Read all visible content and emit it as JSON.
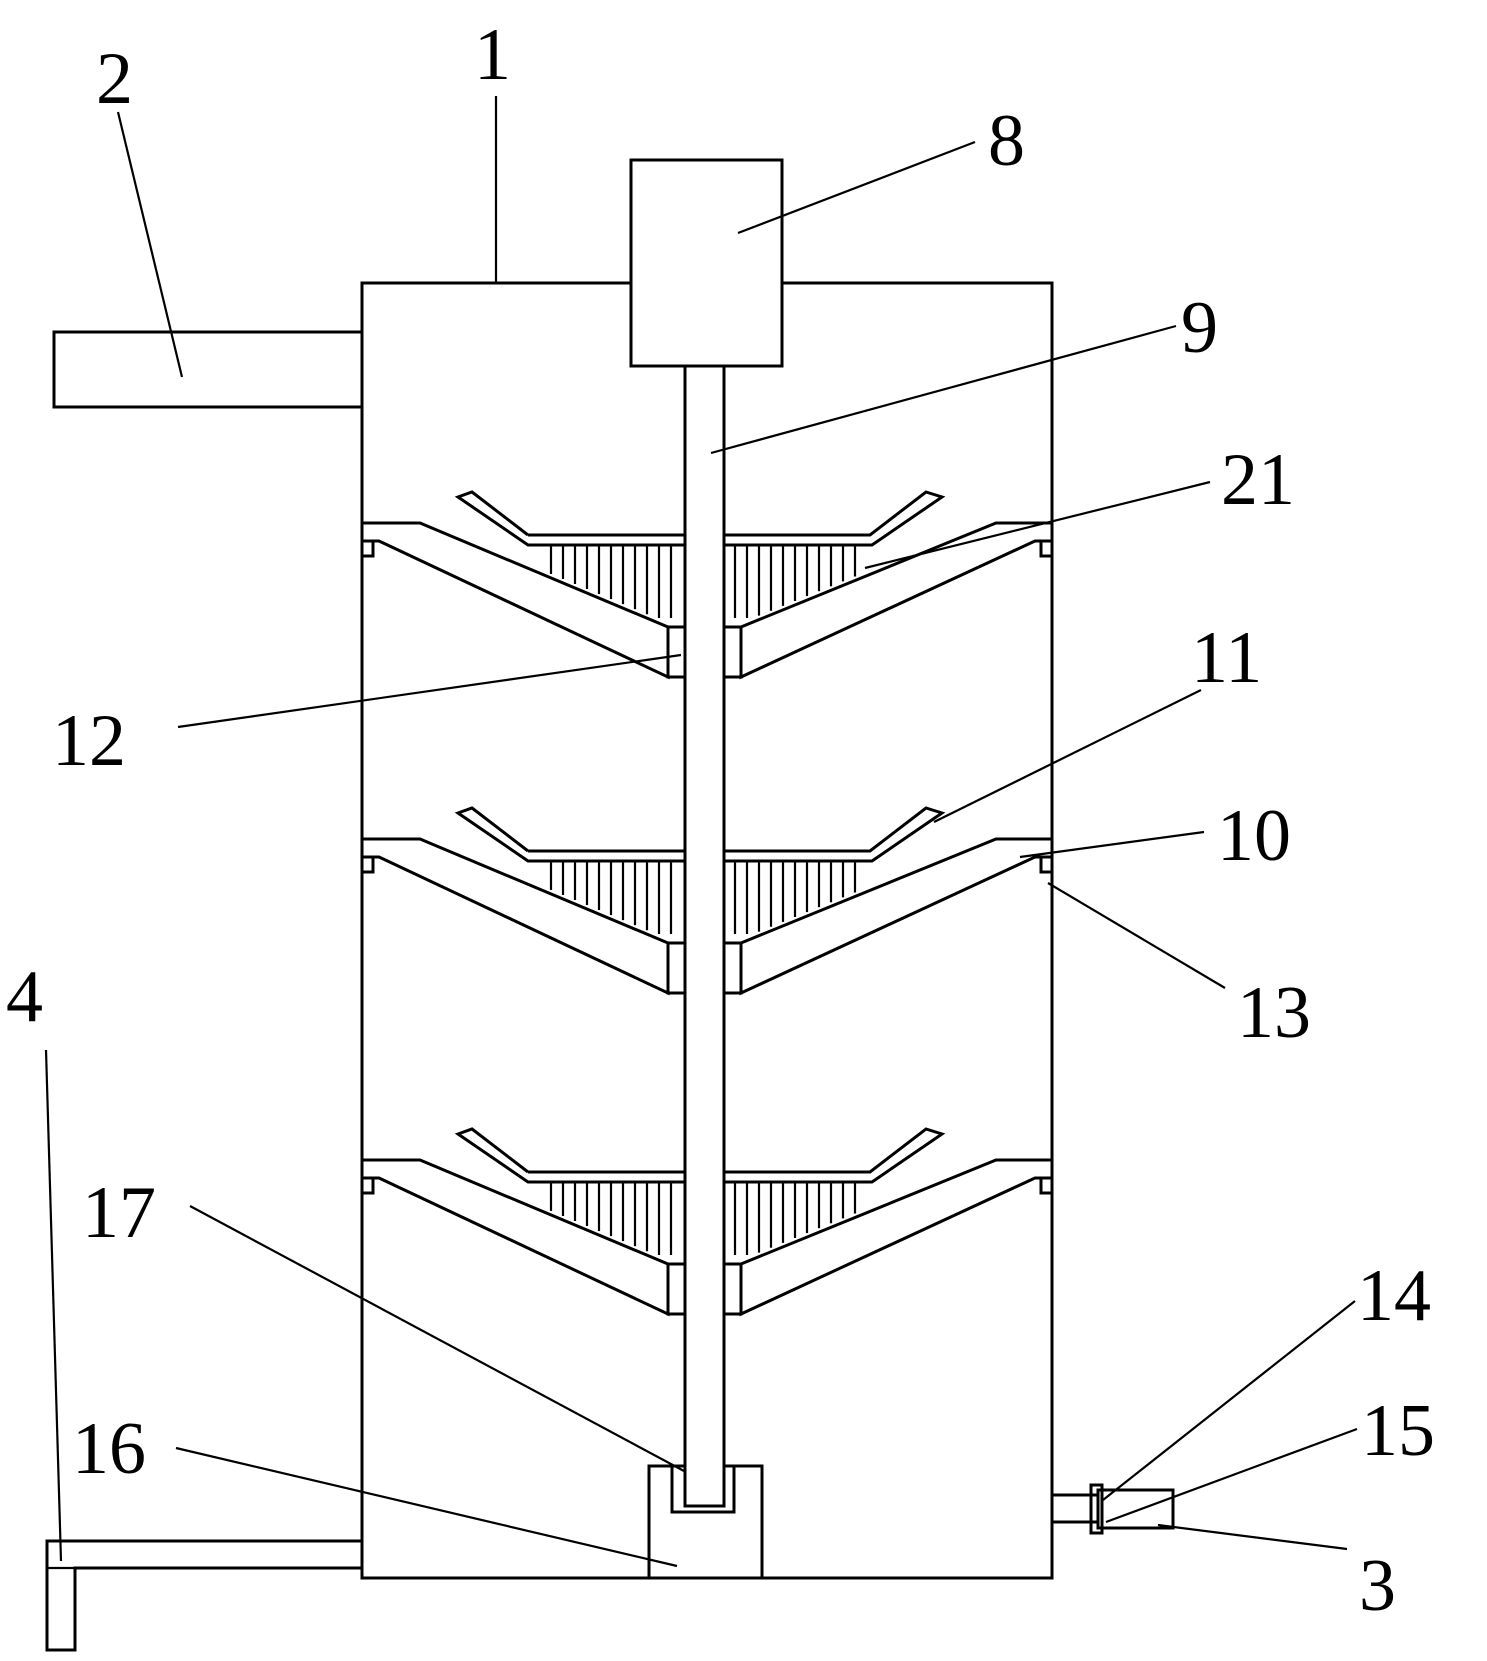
{
  "labels": {
    "tank": "1",
    "inlet_pipe": "2",
    "outlet_pipe": "3",
    "drain_pipe": "4",
    "motor": "8",
    "shaft": "9",
    "tray": "10",
    "scraper_blade": "11",
    "hub_sleeve": "12",
    "support_bracket": "13",
    "valve": "14",
    "valve_handle": "15",
    "bearing_seat": "16",
    "bearing": "17",
    "filter_mesh": "21"
  },
  "colors": {
    "line": "#000000",
    "background": "#ffffff"
  }
}
